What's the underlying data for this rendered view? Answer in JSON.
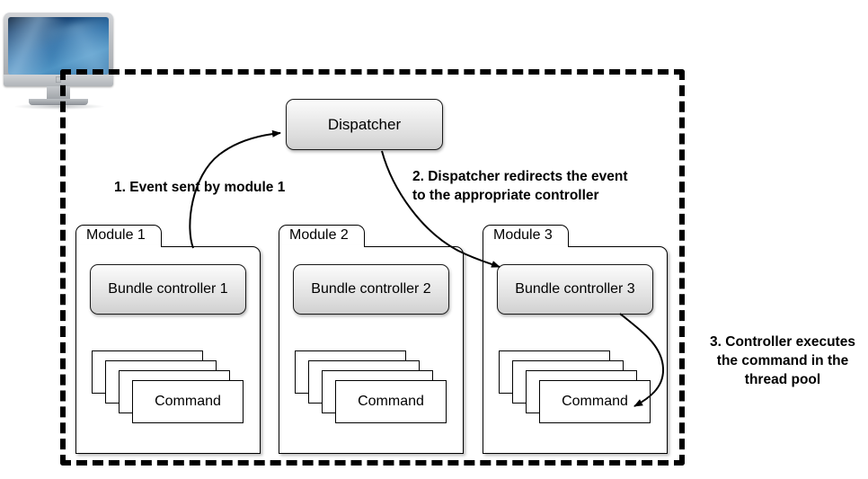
{
  "diagram": {
    "title_elements": {
      "computer_icon": "imac-computer-icon",
      "boundary": "system-boundary"
    },
    "dispatcher": {
      "label": "Dispatcher"
    },
    "modules": [
      {
        "name": "Module 1",
        "controller": "Bundle controller 1",
        "command": "Command",
        "command_count": 4
      },
      {
        "name": "Module 2",
        "controller": "Bundle controller 2",
        "command": "Command",
        "command_count": 4
      },
      {
        "name": "Module 3",
        "controller": "Bundle controller 3",
        "command": "Command",
        "command_count": 4
      }
    ],
    "annotations": [
      {
        "id": "step-1",
        "text": "1. Event sent by module 1"
      },
      {
        "id": "step-2",
        "text": "2. Dispatcher redirects the event\n    to the appropriate controller"
      },
      {
        "id": "step-3",
        "text": "3. Controller executes\nthe command in the\nthread pool"
      }
    ],
    "colors": {
      "line": "#000000",
      "box_fill_top": "#fcfcfc",
      "box_fill_bottom": "#d0d0d0",
      "folder_fill": "#ffffff",
      "screen_blue": "#2d6ea6",
      "background": "#ffffff"
    }
  }
}
